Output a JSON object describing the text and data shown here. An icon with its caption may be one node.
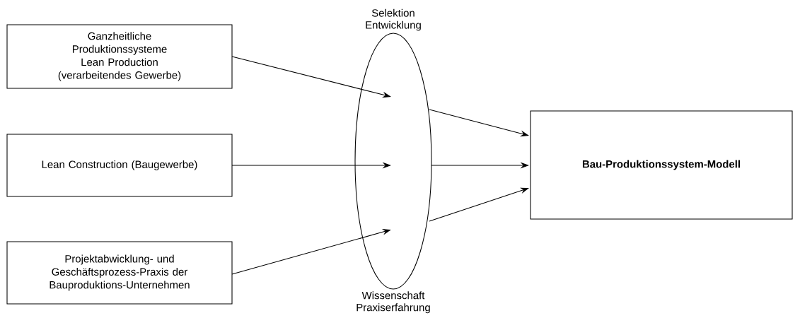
{
  "diagram": {
    "nodes": [
      {
        "text": [
          "Ganzheitliche Produktionssysteme Lean Production (verarbeitendes Gewerbe)"
        ]
      },
      {
        "text": [
          "Lean Construction (Baugewerbe)"
        ]
      },
      {
        "text": [
          "Projektabwicklung- und Geschäftsprozess-Praxis der Bauproduktions-Unternehmen"
        ]
      },
      {
        "text": [
          "Selektion Entwicklung",
          "Wissenschaft Praxiserfahrung"
        ]
      },
      {
        "text": [
          "Bau-Produktionssystem-Modell"
        ]
      }
    ],
    "edges": [
      {
        "from": 0,
        "to": 3,
        "arrow": "to"
      },
      {
        "from": 1,
        "to": 3,
        "arrow": "to"
      },
      {
        "from": 2,
        "to": 3,
        "arrow": "to"
      },
      {
        "from": 3,
        "to": 4,
        "arrow": "to"
      },
      {
        "from": 3,
        "to": 4,
        "arrow": "to"
      },
      {
        "from": 3,
        "to": 4,
        "arrow": "to"
      }
    ]
  }
}
